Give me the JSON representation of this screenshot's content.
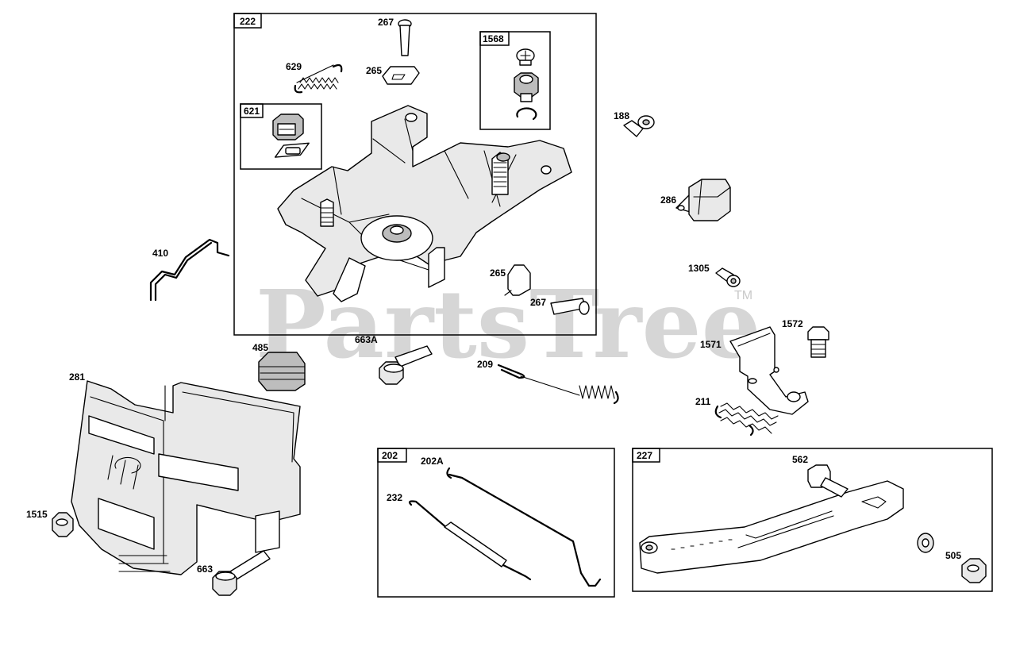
{
  "watermark": {
    "text": "PartsTree",
    "tm": "TM"
  },
  "groups": [
    {
      "id": "222"
    },
    {
      "id": "1568"
    },
    {
      "id": "621"
    },
    {
      "id": "202"
    },
    {
      "id": "227"
    }
  ],
  "labels": {
    "p267a": "267",
    "p629": "629",
    "p265a": "265",
    "p188": "188",
    "p286": "286",
    "p410": "410",
    "p1305": "1305",
    "p265b": "265",
    "p267b": "267",
    "p1572": "1572",
    "p1571": "1571",
    "p485": "485",
    "p663A": "663A",
    "p209": "209",
    "p281": "281",
    "p211": "211",
    "p202A": "202A",
    "p232": "232",
    "p562": "562",
    "p1515": "1515",
    "p663": "663",
    "p505": "505"
  }
}
